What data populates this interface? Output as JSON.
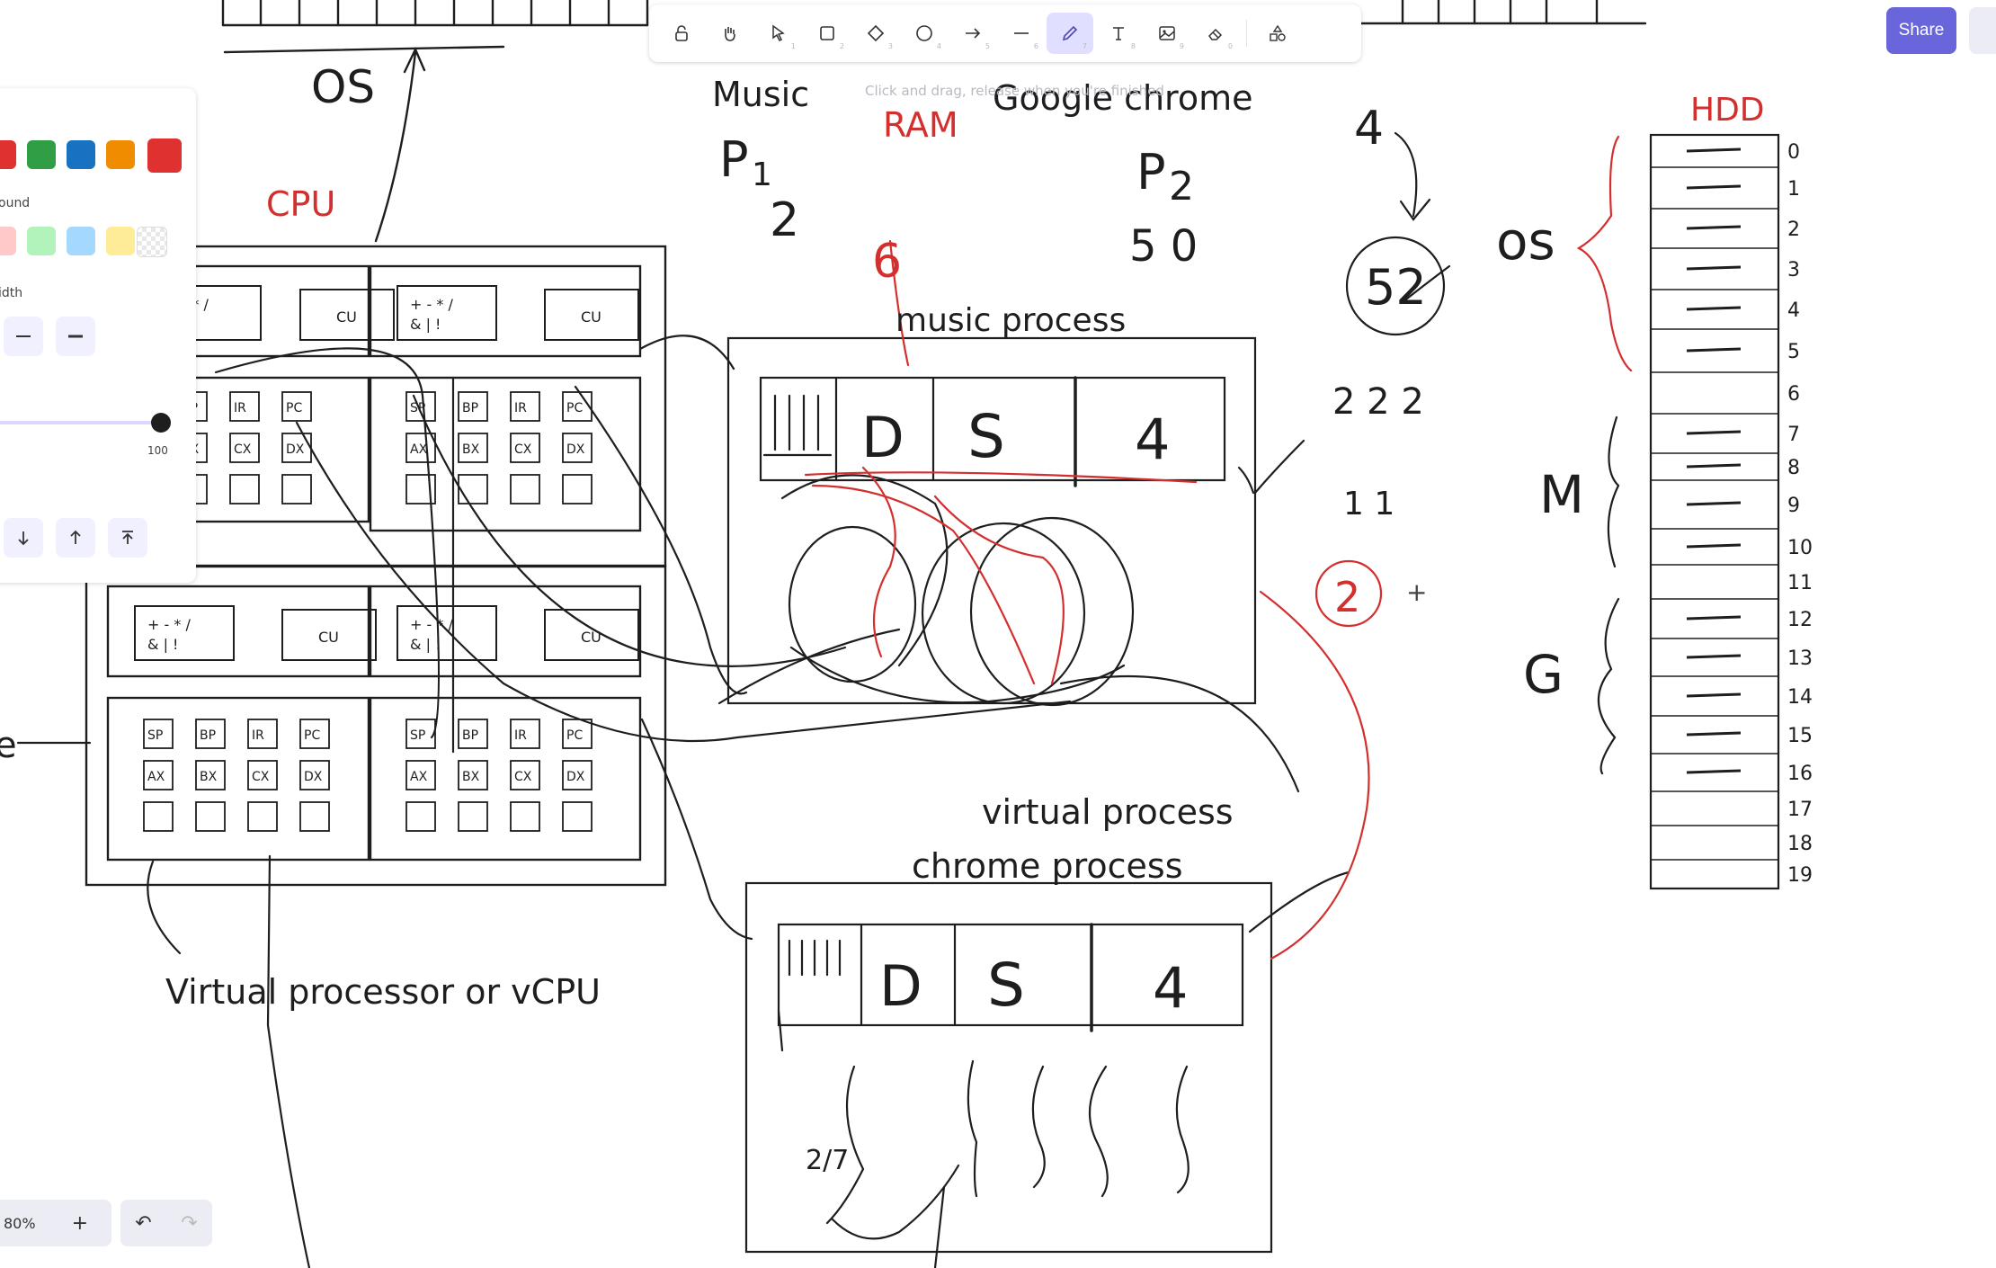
{
  "toolbar": {
    "tools": [
      {
        "icon": "lock-icon",
        "num": ""
      },
      {
        "icon": "hand-icon",
        "num": ""
      },
      {
        "icon": "selection-arrow-icon",
        "num": "1"
      },
      {
        "icon": "rectangle-icon",
        "num": "2"
      },
      {
        "icon": "diamond-icon",
        "num": "3"
      },
      {
        "icon": "ellipse-icon",
        "num": "4"
      },
      {
        "icon": "arrow-icon",
        "num": "5"
      },
      {
        "icon": "line-icon",
        "num": "6"
      },
      {
        "icon": "pencil-icon",
        "num": "7"
      },
      {
        "icon": "text-icon",
        "num": "8"
      },
      {
        "icon": "image-icon",
        "num": "9"
      },
      {
        "icon": "eraser-icon",
        "num": "0"
      },
      {
        "icon": "more-shapes-icon",
        "num": ""
      }
    ],
    "hint": "Click and drag, release when you're finished"
  },
  "share_label": "Share",
  "panel": {
    "background_label": "ound",
    "stroke_width_label": "idth",
    "opacity_value": "100",
    "stroke_colors": [
      "#e03131",
      "#2f9e44",
      "#1971c2",
      "#f08c00",
      "#e03131"
    ],
    "background_colors": [
      "#ffc9c9",
      "#b2f2bb",
      "#a5d8ff",
      "#ffec99"
    ]
  },
  "zoom": {
    "value": "80%",
    "plus": "+"
  },
  "labels": {
    "os_top": "OS",
    "cpu": "CPU",
    "music": "Music",
    "ram": "RAM",
    "google_chrome": "Google chrome",
    "p1": "P",
    "p1_sub": "1",
    "p1_val": "2",
    "p2": "P",
    "p2_sub": "2",
    "p2_val": "5 0",
    "red_six": "6",
    "music_process": "music process",
    "virtual_process": "virtual process",
    "chrome_process": "chrome process",
    "vcpu": "Virtual processor or vCPU",
    "hdd": "HDD",
    "four": "4",
    "circled_52": "52",
    "os_right": "os",
    "n222": "2 2 2",
    "n11": "1 1",
    "circled_2": "2",
    "m_label": "M",
    "g_label": "G",
    "left_e": "e",
    "frac": "2/7"
  },
  "cells": {
    "d": "D",
    "s": "S",
    "h": "4",
    "alu": "+ - * /\n& | !",
    "cu": "CU",
    "regs": [
      "SP",
      "BP",
      "IR",
      "PC",
      "AX",
      "BX",
      "CX",
      "DX"
    ]
  },
  "hdd_rows": [
    "0",
    "1",
    "2",
    "3",
    "4",
    "5",
    "6",
    "7",
    "8",
    "9",
    "10",
    "11",
    "12",
    "13",
    "14",
    "15",
    "16",
    "17",
    "18",
    "19"
  ]
}
